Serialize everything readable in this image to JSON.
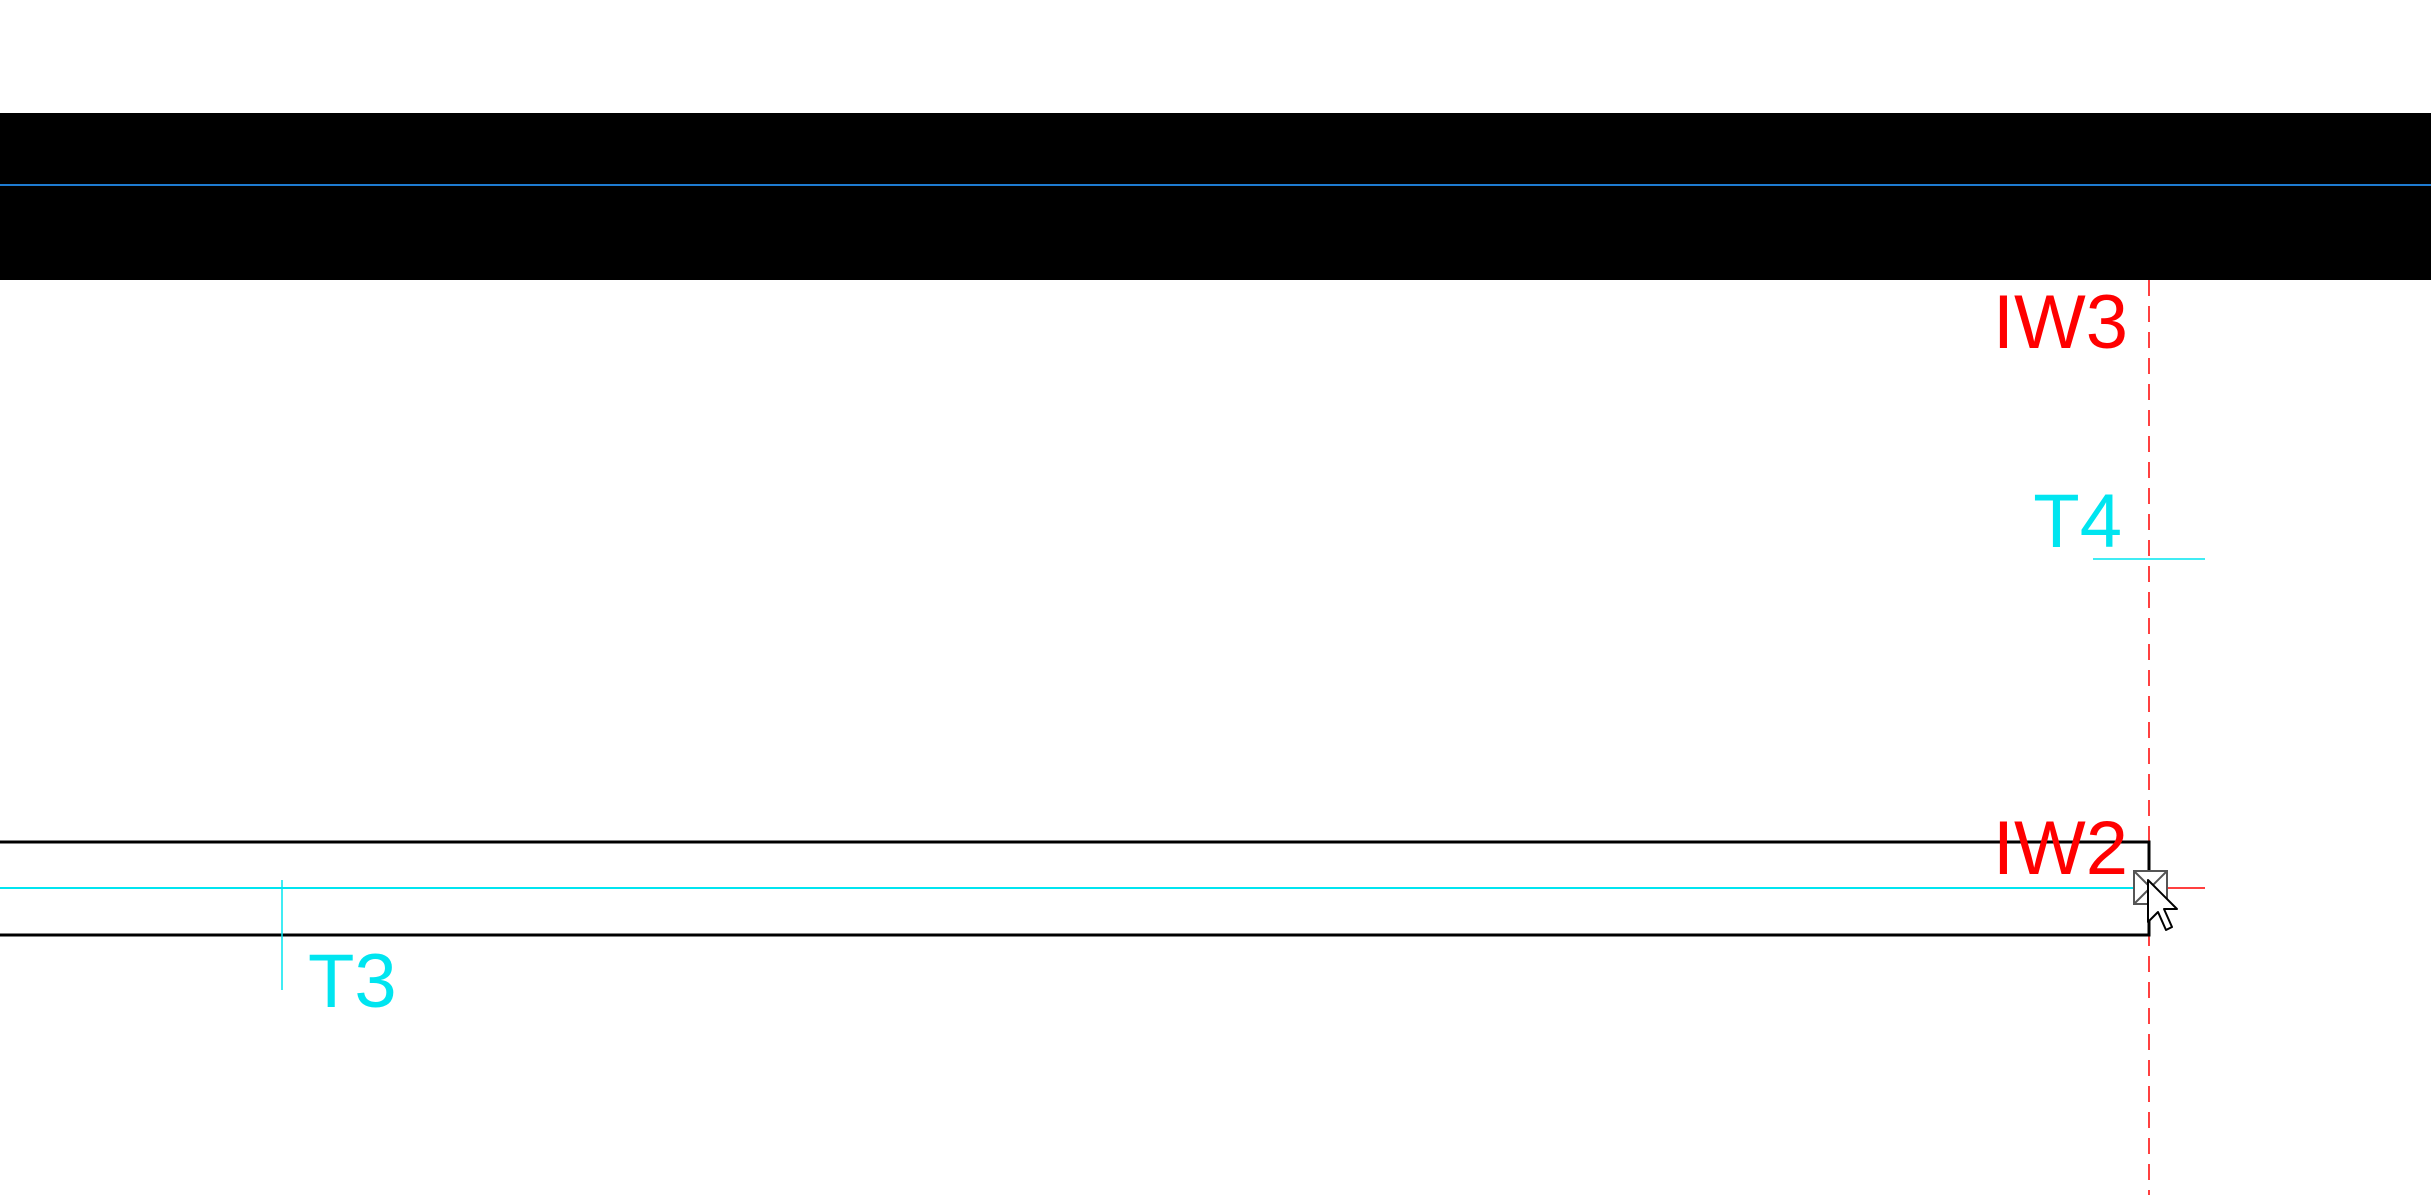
{
  "drawing": {
    "labels": {
      "iw3": "IW3",
      "t4": "T4",
      "iw2": "IW2",
      "t3": "T3"
    },
    "colors": {
      "background": "#ffffff",
      "wall_fill": "#000000",
      "wall_outline": "#000000",
      "grid_line": "#1e7bd1",
      "tag_cyan": "#00e5f0",
      "tag_red": "#ff0000",
      "cursor_box": "#555555"
    },
    "icons": {
      "cursor": "arrow-cursor-icon",
      "snap_marker": "snap-box-icon"
    }
  }
}
